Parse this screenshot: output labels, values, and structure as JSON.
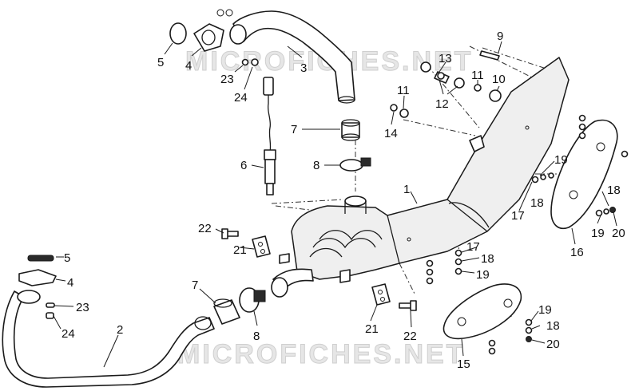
{
  "watermark": {
    "top": "MICROFICHES.NET",
    "bottom": "MICROFICHES.NET"
  },
  "callouts": [
    {
      "id": "c5a",
      "text": "5"
    },
    {
      "id": "c4a",
      "text": "4"
    },
    {
      "id": "c3",
      "text": "3"
    },
    {
      "id": "c23a",
      "text": "23"
    },
    {
      "id": "c24a",
      "text": "24"
    },
    {
      "id": "c13",
      "text": "13"
    },
    {
      "id": "c9",
      "text": "9"
    },
    {
      "id": "c11a",
      "text": "11"
    },
    {
      "id": "c10",
      "text": "10"
    },
    {
      "id": "c12",
      "text": "12"
    },
    {
      "id": "c11b",
      "text": "11"
    },
    {
      "id": "c14",
      "text": "14"
    },
    {
      "id": "c7a",
      "text": "7"
    },
    {
      "id": "c8a",
      "text": "8"
    },
    {
      "id": "c6",
      "text": "6"
    },
    {
      "id": "c1",
      "text": "1"
    },
    {
      "id": "c19a",
      "text": "19"
    },
    {
      "id": "c18a",
      "text": "18"
    },
    {
      "id": "c17a",
      "text": "17"
    },
    {
      "id": "c18b",
      "text": "18"
    },
    {
      "id": "c19b",
      "text": "19"
    },
    {
      "id": "c20a",
      "text": "20"
    },
    {
      "id": "c16",
      "text": "16"
    },
    {
      "id": "c22a",
      "text": "22"
    },
    {
      "id": "c21a",
      "text": "21"
    },
    {
      "id": "c17b",
      "text": "17"
    },
    {
      "id": "c18c",
      "text": "18"
    },
    {
      "id": "c19c",
      "text": "19"
    },
    {
      "id": "c5b",
      "text": "5"
    },
    {
      "id": "c4b",
      "text": "4"
    },
    {
      "id": "c23b",
      "text": "23"
    },
    {
      "id": "c24b",
      "text": "24"
    },
    {
      "id": "c2",
      "text": "2"
    },
    {
      "id": "c7b",
      "text": "7"
    },
    {
      "id": "c8b",
      "text": "8"
    },
    {
      "id": "c21b",
      "text": "21"
    },
    {
      "id": "c22b",
      "text": "22"
    },
    {
      "id": "c19d",
      "text": "19"
    },
    {
      "id": "c18d",
      "text": "18"
    },
    {
      "id": "c20b",
      "text": "20"
    },
    {
      "id": "c15",
      "text": "15"
    }
  ]
}
